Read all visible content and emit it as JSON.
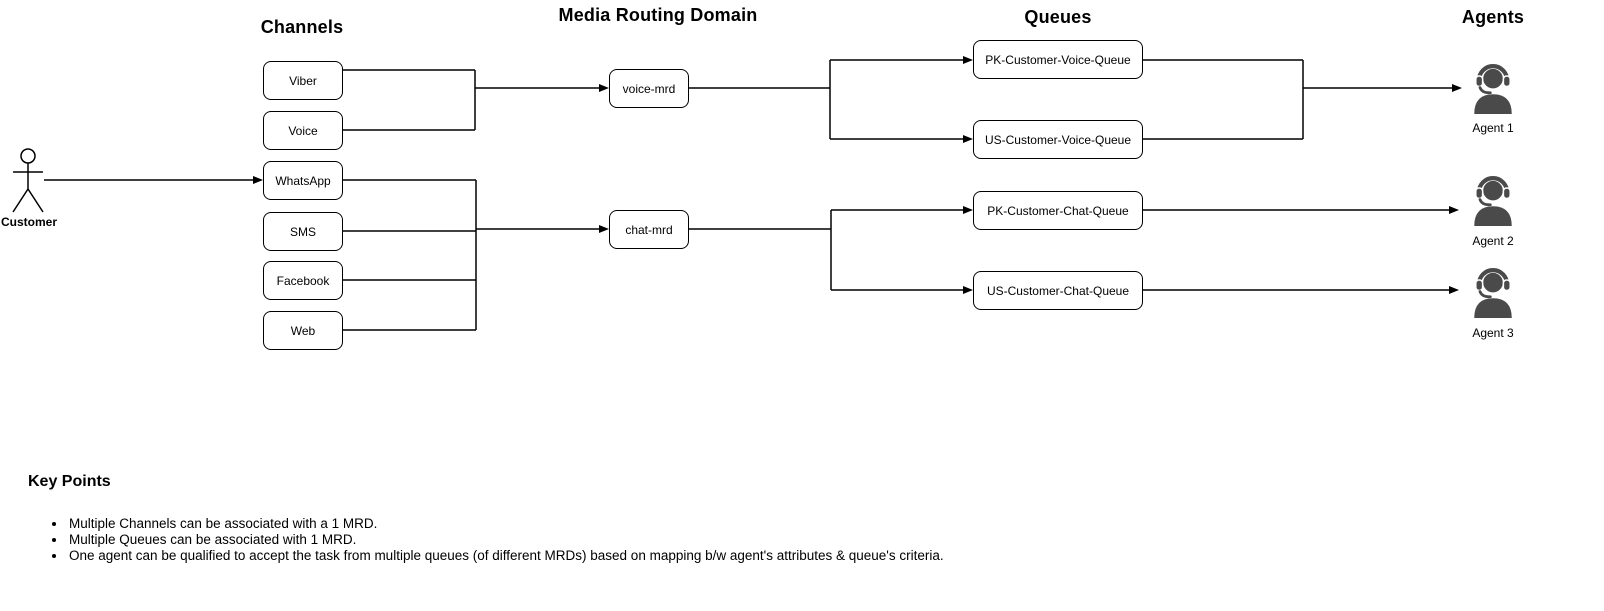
{
  "diagram": {
    "headings": {
      "channels": "Channels",
      "mrd": "Media Routing Domain",
      "queues": "Queues",
      "agents": "Agents"
    },
    "customer_label": "Customer",
    "channels": [
      "Viber",
      "Voice",
      "WhatsApp",
      "SMS",
      "Facebook",
      "Web"
    ],
    "mrds": [
      "voice-mrd",
      "chat-mrd"
    ],
    "queues": [
      "PK-Customer-Voice-Queue",
      "US-Customer-Voice-Queue",
      "PK-Customer-Chat-Queue",
      "US-Customer-Chat-Queue"
    ],
    "agents": [
      "Agent 1",
      "Agent 2",
      "Agent 3"
    ],
    "icons": {
      "customer": "stick-figure-actor",
      "agent": "person-with-headset"
    }
  },
  "key_points": {
    "title": "Key Points",
    "bullets": [
      "Multiple Channels can be associated with a 1 MRD.",
      "Multiple Queues can be associated with 1 MRD.",
      "One agent can be qualified to accept the task from multiple queues (of different MRDs) based on mapping b/w agent's attributes & queue's criteria."
    ]
  },
  "colors": {
    "background": "#ffffff",
    "line": "#000000",
    "box_border": "#000000",
    "box_fill": "#ffffff",
    "agent_icon": "#4a4a4a"
  }
}
